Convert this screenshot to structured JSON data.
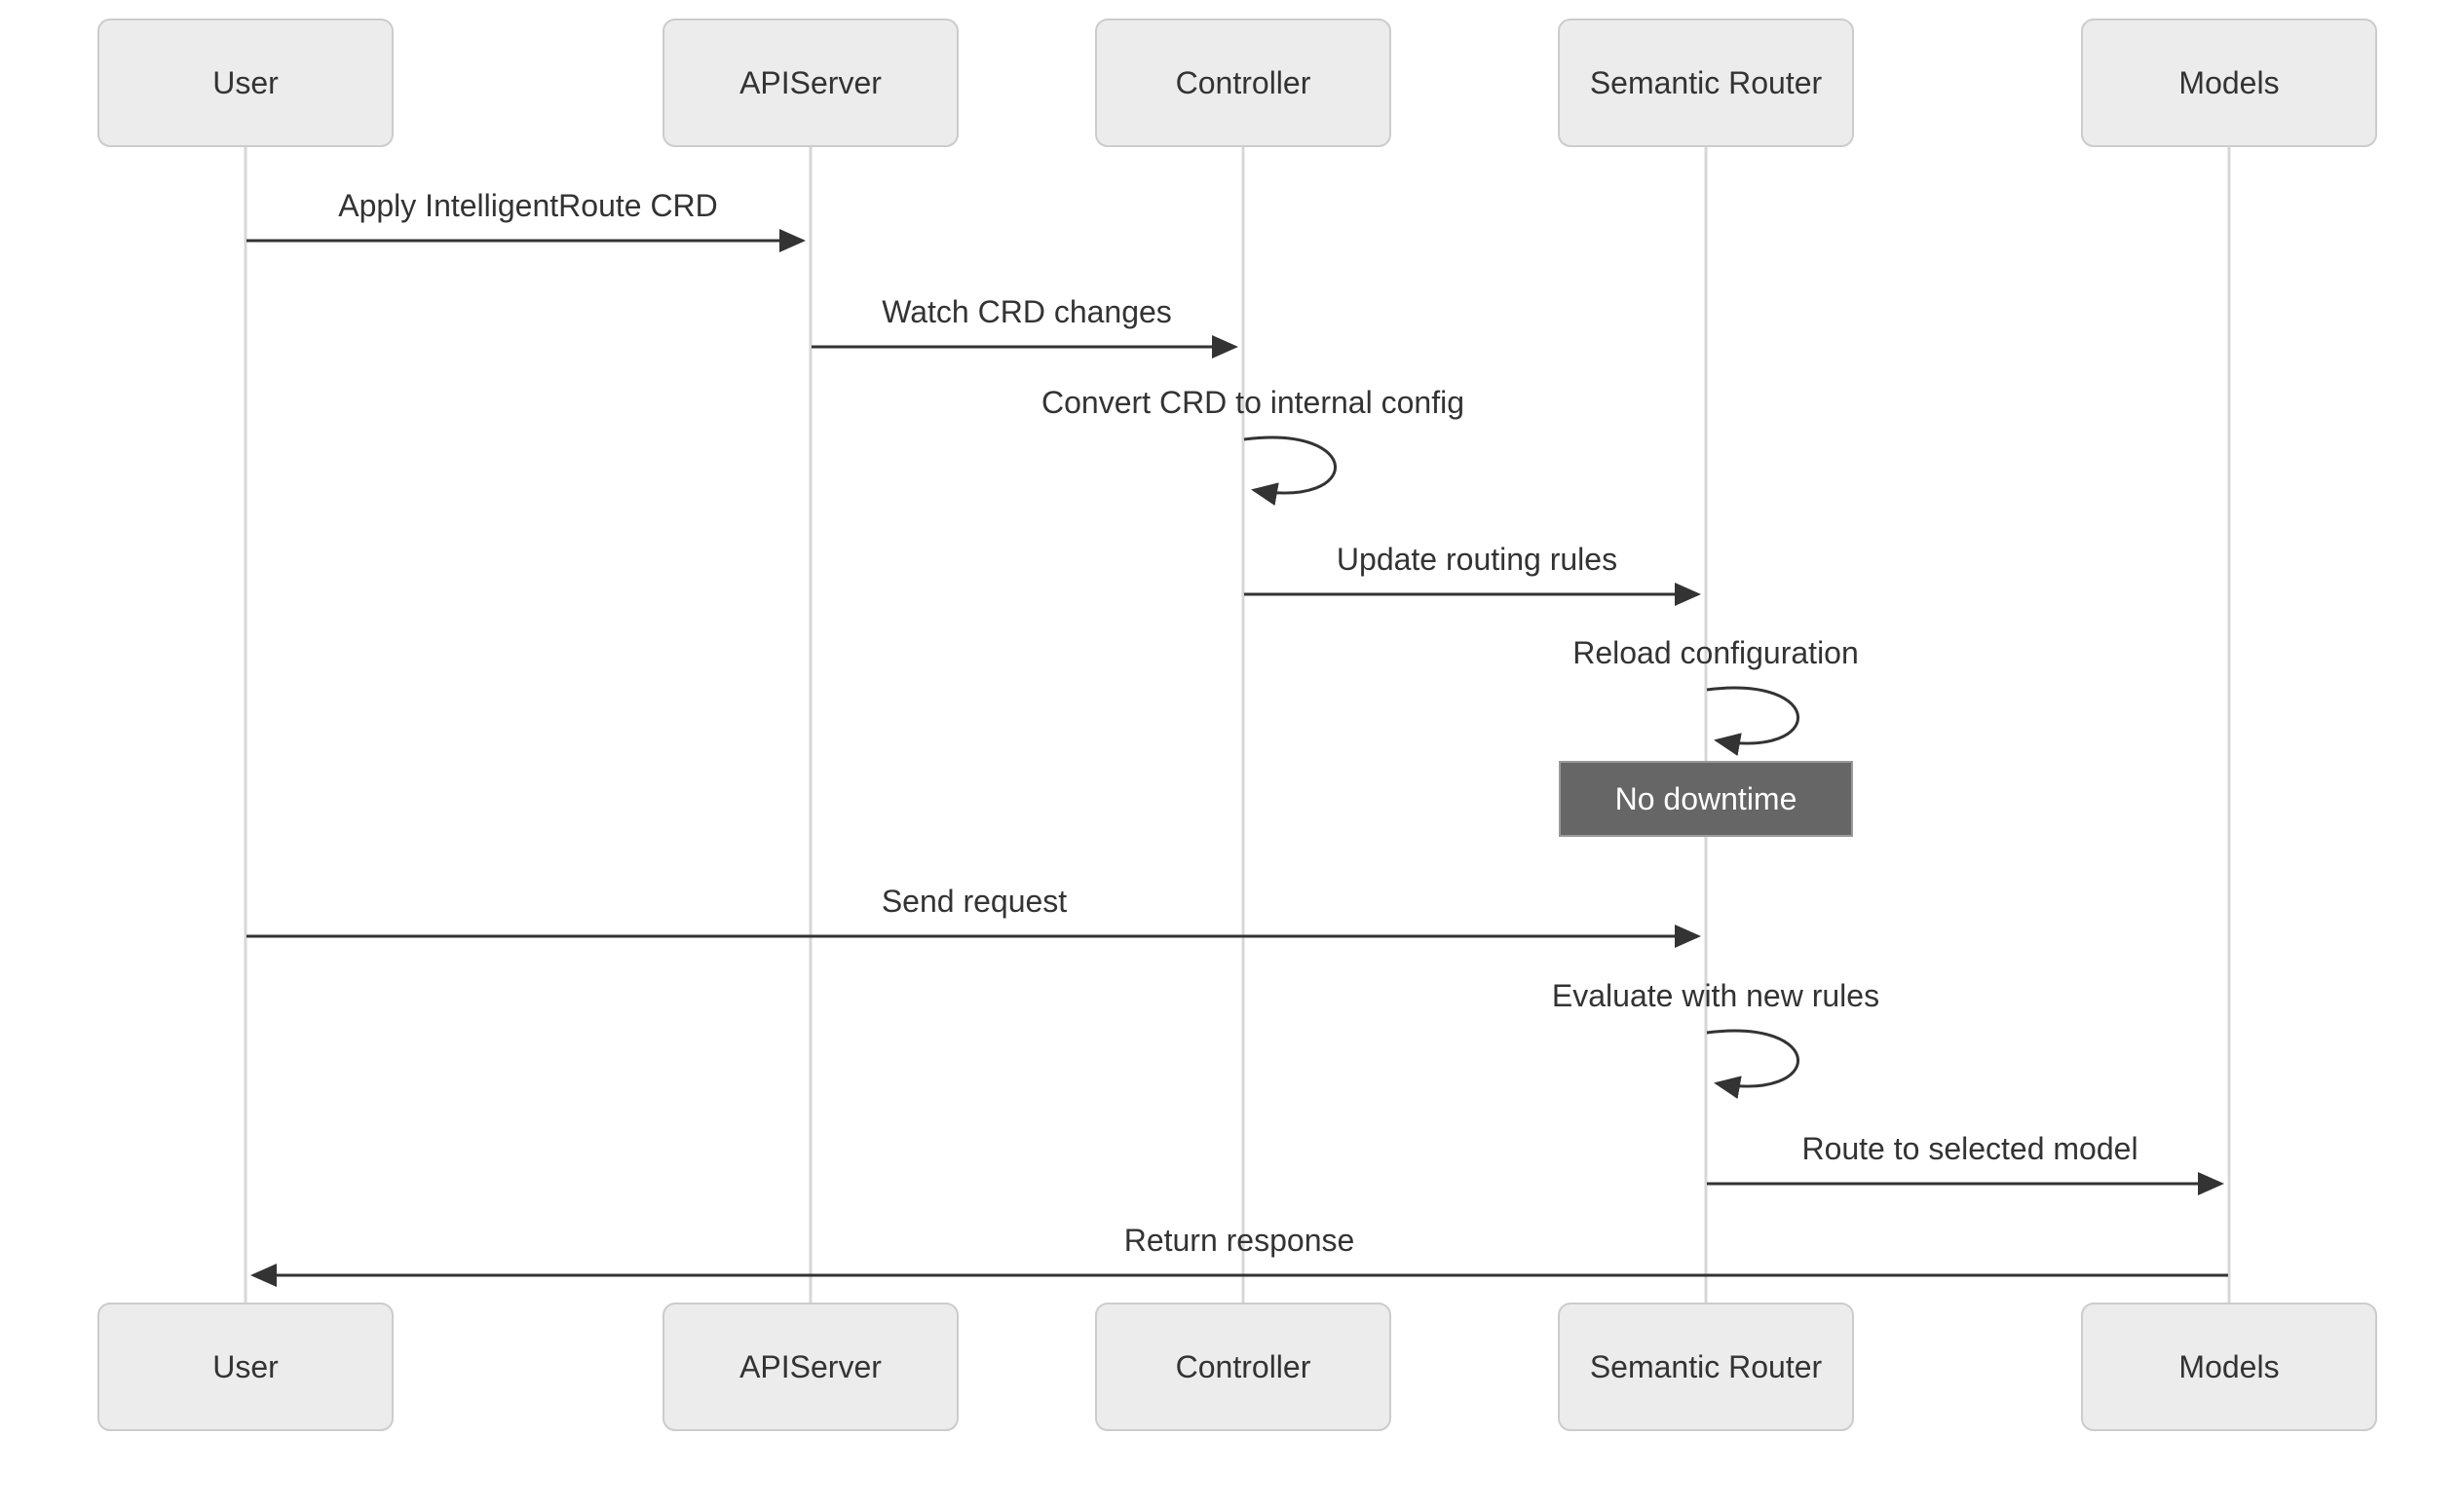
{
  "diagram": {
    "type": "sequence-diagram",
    "actors": [
      {
        "id": "user",
        "label": "User"
      },
      {
        "id": "apiserver",
        "label": "APIServer"
      },
      {
        "id": "controller",
        "label": "Controller"
      },
      {
        "id": "semantic-router",
        "label": "Semantic Router"
      },
      {
        "id": "models",
        "label": "Models"
      }
    ],
    "messages": [
      {
        "label": "Apply IntelligentRoute CRD",
        "from": "User",
        "to": "APIServer",
        "kind": "arrow"
      },
      {
        "label": "Watch CRD changes",
        "from": "APIServer",
        "to": "Controller",
        "kind": "arrow"
      },
      {
        "label": "Convert CRD to internal config",
        "from": "Controller",
        "to": "Controller",
        "kind": "self"
      },
      {
        "label": "Update routing rules",
        "from": "Controller",
        "to": "Semantic Router",
        "kind": "arrow"
      },
      {
        "label": "Reload configuration",
        "from": "Semantic Router",
        "to": "Semantic Router",
        "kind": "self"
      },
      {
        "label": "Send request",
        "from": "User",
        "to": "Semantic Router",
        "kind": "arrow"
      },
      {
        "label": "Evaluate with new rules",
        "from": "Semantic Router",
        "to": "Semantic Router",
        "kind": "self"
      },
      {
        "label": "Route to selected model",
        "from": "Semantic Router",
        "to": "Models",
        "kind": "arrow"
      },
      {
        "label": "Return response",
        "from": "Models",
        "to": "User",
        "kind": "arrow"
      }
    ],
    "note": {
      "label": "No downtime",
      "over": "Semantic Router"
    },
    "colors": {
      "background": "#ffffff",
      "actor_fill": "#ececec",
      "actor_border": "#cccccc",
      "actor_text": "#333333",
      "lifeline": "#d7d7d7",
      "arrow": "#333333",
      "message_text": "#333333",
      "note_fill": "#666666",
      "note_border": "#999999",
      "note_text": "#ffffff"
    }
  }
}
